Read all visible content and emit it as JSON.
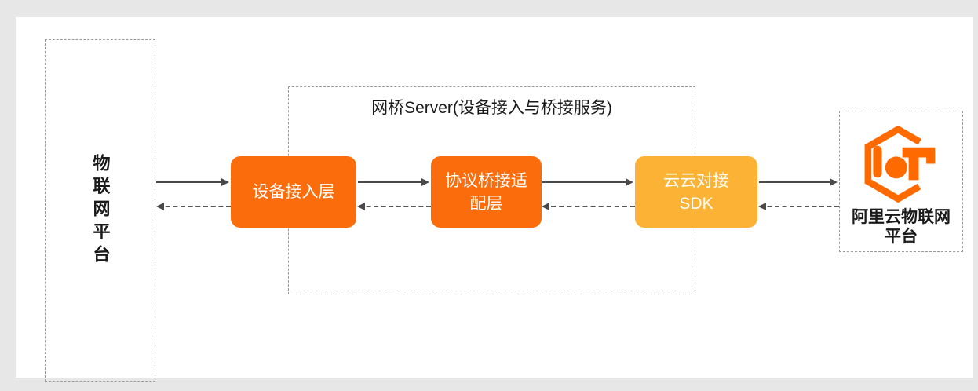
{
  "colors": {
    "page_background": "#E7E7E7",
    "panel_background": "#FFFFFF",
    "box_orange": "#FB6D0C",
    "box_yellow": "#FCB235",
    "logo_orange": "#FF6A00",
    "dashed_border": "#9B9B9B",
    "arrow": "#4A4A4A",
    "dark_text": "#1A1A1A",
    "box_text": "#FFFFFF"
  },
  "left_platform": {
    "label": "物联网平台"
  },
  "bridge_server": {
    "title": "网桥Server(设备接入与桥接服务)",
    "boxes": [
      {
        "name": "device-access-layer",
        "label": "设备接入层",
        "lines": [
          "设备接入层"
        ],
        "color": "#FB6D0C"
      },
      {
        "name": "protocol-bridge-adapter-layer",
        "label": "协议桥接适配层",
        "lines": [
          "协议桥接适",
          "配层"
        ],
        "color": "#FB6D0C"
      },
      {
        "name": "cloud-cloud-sdk",
        "label": "云云对接SDK",
        "lines": [
          "云云对接",
          "SDK"
        ],
        "color": "#FCB235"
      }
    ]
  },
  "right_platform": {
    "label": "阿里云物联网平台",
    "lines": [
      "阿里云物联网",
      "平台"
    ],
    "logo": "aliyun-iot-logo"
  },
  "connections": {
    "forward_style": "solid-arrow-right",
    "backward_style": "dashed-arrow-left"
  }
}
